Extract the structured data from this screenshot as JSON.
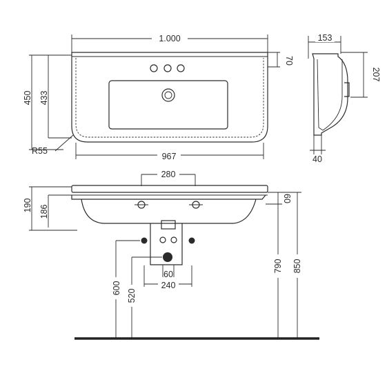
{
  "top_view": {
    "width": "1.000",
    "depth": "450",
    "inner_depth": "433",
    "front_lip": "70",
    "bowl_width": "967",
    "radius": "R55"
  },
  "side_view": {
    "depth": "153",
    "height": "207",
    "thickness": "40"
  },
  "front_view": {
    "drain_spacing": "280",
    "total_height": "190",
    "body_height": "186",
    "lip_height": "60",
    "bracket_inner": "60",
    "bracket_outer": "240",
    "fixing_height_outer": "600",
    "fixing_height_inner": "520",
    "rim_height_inner": "790",
    "rim_height_total": "850"
  }
}
